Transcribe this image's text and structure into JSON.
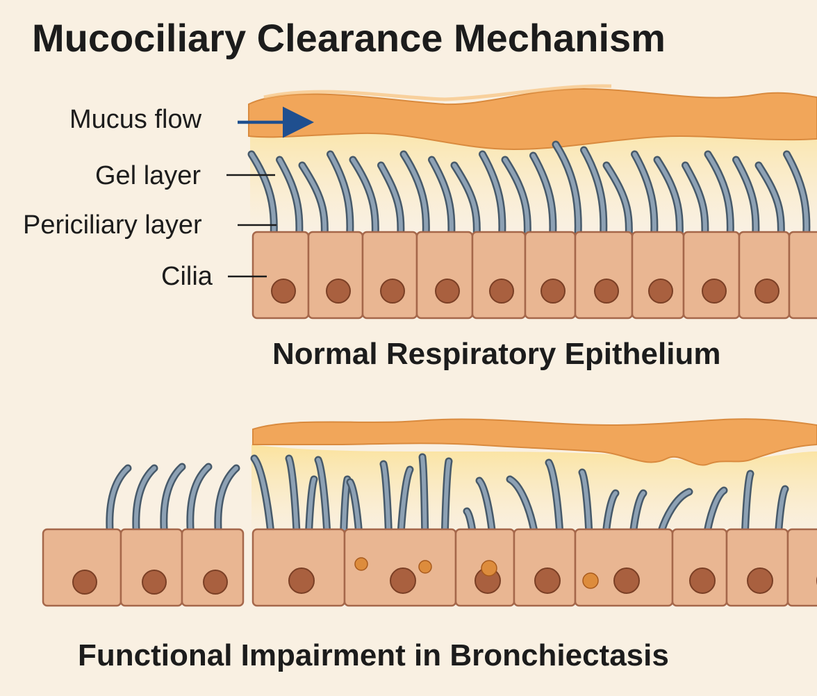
{
  "diagram": {
    "title": "Mucociliary Clearance Mechanism",
    "normal_panel": {
      "caption": "Normal Respiratory Epithelium",
      "labels": {
        "mucus_flow": "Mucus flow",
        "gel_layer": "Gel layer",
        "periciliary_layer": "Periciliary layer",
        "cilia": "Cilia"
      }
    },
    "impaired_panel": {
      "caption": "Functional Impairment in Bronchiectasis"
    }
  },
  "colors": {
    "background": "#f9f0e2",
    "mucus": "#f1a65a",
    "mucus_edge": "#d98a3e",
    "periciliary": "#fbe6a8",
    "cell_fill": "#e9b692",
    "cell_border": "#a5674a",
    "nucleus": "#a9603f",
    "cilium": "#8da1b4",
    "flow_arrow": "#1f4f8f"
  }
}
